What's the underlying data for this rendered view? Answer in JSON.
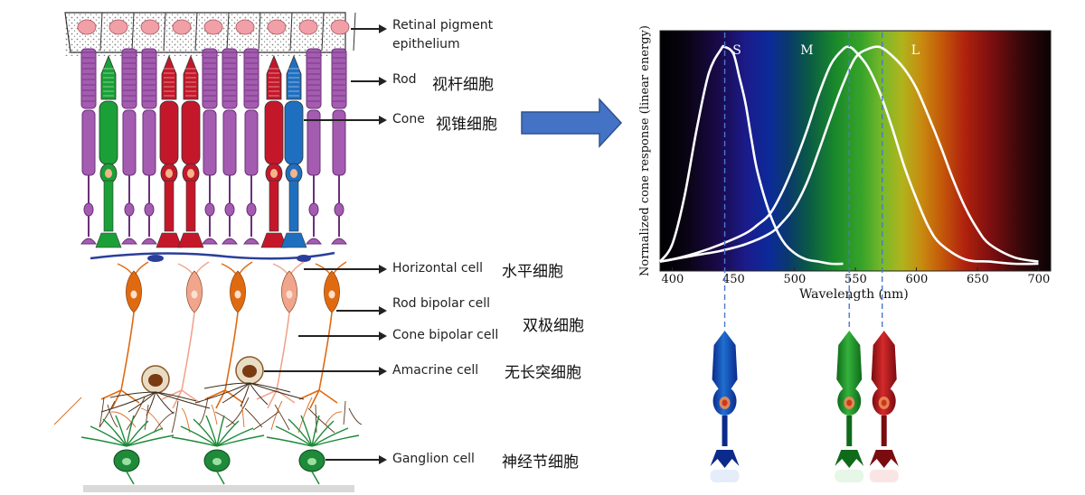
{
  "retina": {
    "labels": [
      {
        "key": "rpe",
        "en": "Retinal pigment epithelium",
        "en_line1": "Retinal pigment",
        "en_line2": "epithelium",
        "cn": ""
      },
      {
        "key": "rod",
        "en": "Rod",
        "cn": "视杆细胞"
      },
      {
        "key": "cone",
        "en": "Cone",
        "cn": "视锥细胞"
      },
      {
        "key": "horizontal",
        "en": "Horizontal cell",
        "cn": "水平细胞"
      },
      {
        "key": "rod_bipolar",
        "en": "Rod bipolar cell",
        "cn": ""
      },
      {
        "key": "bipolar_group",
        "en": "",
        "cn": "双极细胞"
      },
      {
        "key": "cone_bipolar",
        "en": "Cone bipolar cell",
        "cn": ""
      },
      {
        "key": "amacrine",
        "en": "Amacrine cell",
        "cn": "无长突细胞"
      },
      {
        "key": "ganglion",
        "en": "Ganglion cell",
        "cn": "神经节细胞"
      }
    ],
    "colors": {
      "rod": "#a45cb0",
      "rod_dark": "#6b2f7a",
      "cone_s": "#1f6fc0",
      "cone_m": "#1aa037",
      "cone_l": "#c4182a",
      "horizontal": "#2a3f9a",
      "bipolar_rod": "#e06a10",
      "bipolar_cone": "#f0a58c",
      "amacrine": "#8a5a2a",
      "ganglion": "#1e8a3a",
      "rpe_nucleus": "#f2a0a8"
    }
  },
  "arrow_color": "#4472c4",
  "chart_data": {
    "type": "line",
    "xlabel": "Wavelength (nm)",
    "ylabel": "Normalized cone response (linear energy)",
    "xlim": [
      390,
      710
    ],
    "ylim": [
      0,
      1
    ],
    "x_ticks": [
      400,
      450,
      500,
      550,
      600,
      650,
      700
    ],
    "grid": false,
    "background": "visible spectrum gradient",
    "reference_lines_nm": [
      443,
      545,
      572
    ],
    "series": [
      {
        "name": "S",
        "x": [
          390,
          400,
          410,
          420,
          430,
          440,
          443,
          450,
          455,
          460,
          465,
          470,
          480,
          490,
          500,
          510,
          520,
          530,
          540
        ],
        "y": [
          0.01,
          0.09,
          0.31,
          0.62,
          0.88,
          0.99,
          1.0,
          0.97,
          0.86,
          0.74,
          0.57,
          0.42,
          0.23,
          0.11,
          0.05,
          0.02,
          0.01,
          0.0,
          0.0
        ]
      },
      {
        "name": "M",
        "x": [
          390,
          400,
          420,
          440,
          460,
          470,
          480,
          490,
          500,
          510,
          520,
          530,
          540,
          545,
          550,
          560,
          570,
          580,
          590,
          600,
          610,
          620,
          640,
          660,
          680,
          700
        ],
        "y": [
          0.01,
          0.02,
          0.05,
          0.09,
          0.14,
          0.18,
          0.23,
          0.33,
          0.46,
          0.61,
          0.78,
          0.92,
          0.99,
          1.0,
          0.98,
          0.91,
          0.79,
          0.63,
          0.45,
          0.3,
          0.17,
          0.09,
          0.02,
          0.01,
          0.0,
          0.0
        ]
      },
      {
        "name": "L",
        "x": [
          390,
          400,
          420,
          440,
          460,
          480,
          490,
          500,
          510,
          520,
          530,
          540,
          550,
          560,
          570,
          580,
          590,
          600,
          610,
          620,
          630,
          640,
          650,
          660,
          680,
          700
        ],
        "y": [
          0.01,
          0.02,
          0.04,
          0.06,
          0.09,
          0.14,
          0.19,
          0.26,
          0.37,
          0.52,
          0.68,
          0.83,
          0.95,
          0.99,
          1.0,
          0.96,
          0.9,
          0.81,
          0.68,
          0.54,
          0.39,
          0.26,
          0.16,
          0.09,
          0.03,
          0.01
        ]
      }
    ]
  },
  "cone_illustrations": [
    {
      "name": "S-cone",
      "color": "#1e6fd0",
      "color_dark": "#0c2a8c"
    },
    {
      "name": "M-cone",
      "color": "#34b23c",
      "color_dark": "#0f6a1a"
    },
    {
      "name": "L-cone",
      "color": "#d42a2a",
      "color_dark": "#7a0c10"
    }
  ]
}
